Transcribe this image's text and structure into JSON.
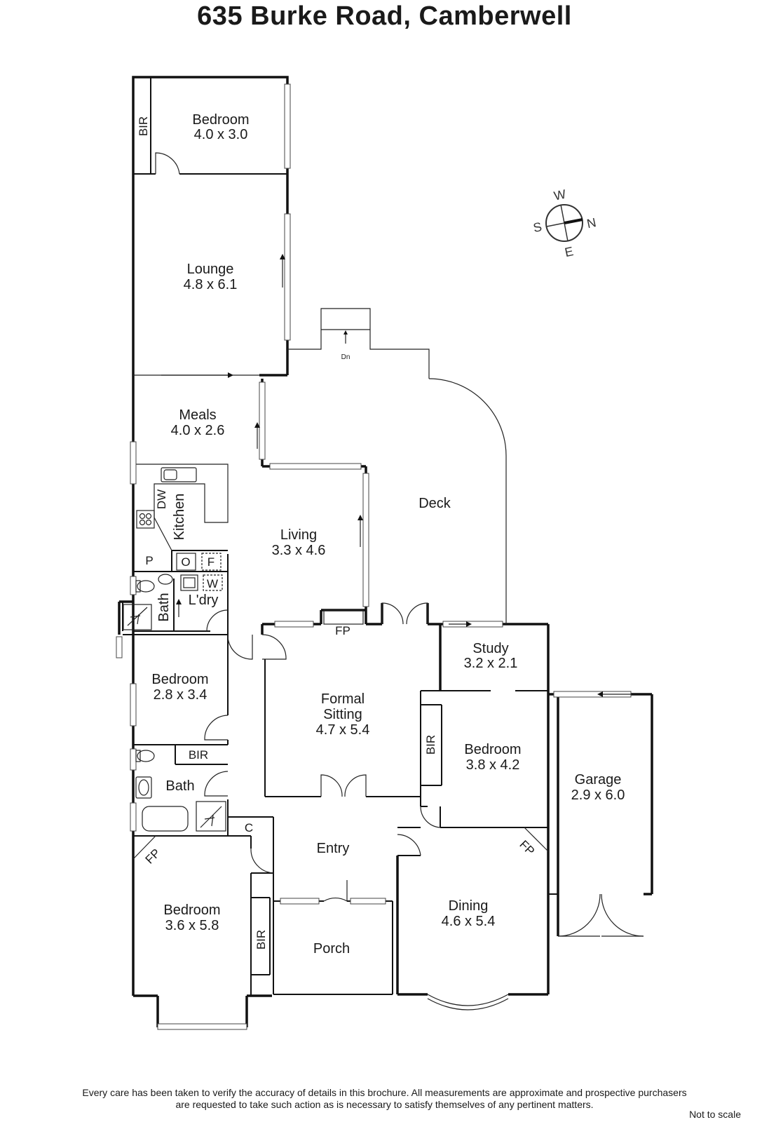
{
  "title": "635 Burke Road, Camberwell",
  "rooms": {
    "bedroom_top": {
      "name": "Bedroom",
      "size": "4.0 x 3.0"
    },
    "lounge": {
      "name": "Lounge",
      "size": "4.8 x 6.1"
    },
    "meals": {
      "name": "Meals",
      "size": "4.0 x 2.6"
    },
    "kitchen": {
      "name": "Kitchen"
    },
    "living": {
      "name": "Living",
      "size": "3.3 x 4.6"
    },
    "deck": {
      "name": "Deck"
    },
    "formal_sitting": {
      "name_line1": "Formal",
      "name_line2": "Sitting",
      "size": "4.7 x 5.4"
    },
    "study": {
      "name": "Study",
      "size": "3.2 x 2.1"
    },
    "bedroom_mid": {
      "name": "Bedroom",
      "size": "2.8 x 3.4"
    },
    "bedroom_right": {
      "name": "Bedroom",
      "size": "3.8 x 4.2"
    },
    "garage": {
      "name": "Garage",
      "size": "2.9 x 6.0"
    },
    "bath_upper": {
      "name": "Bath"
    },
    "laundry": {
      "name": "L'dry"
    },
    "bath_lower": {
      "name": "Bath"
    },
    "entry": {
      "name": "Entry"
    },
    "dining": {
      "name": "Dining",
      "size": "4.6 x 5.4"
    },
    "bedroom_bottom": {
      "name": "Bedroom",
      "size": "3.6 x 5.8"
    },
    "porch": {
      "name": "Porch"
    }
  },
  "fixtures": {
    "bir": "BIR",
    "dw": "DW",
    "pantry": "P",
    "oven": "O",
    "fridge": "F",
    "washer": "W",
    "cupboard": "C",
    "fireplace": "FP",
    "stairs_down": "Dn"
  },
  "compass": {
    "n": "N",
    "s": "S",
    "e": "E",
    "w": "W"
  },
  "disclaimer": [
    "Every care has been taken to verify the accuracy of details in this brochure.  All measurements are approximate and prospective purchasers",
    "are requested to take such action as is necessary to satisfy themselves of any pertinent matters."
  ],
  "scale_note": "Not to scale"
}
